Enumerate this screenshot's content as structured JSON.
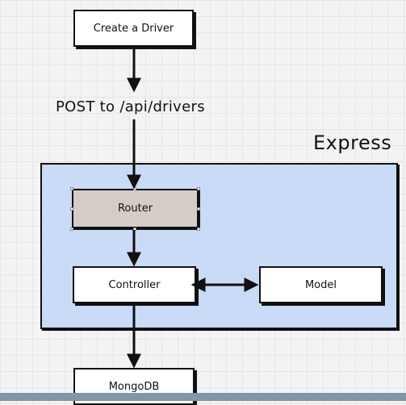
{
  "diagram": {
    "nodes": {
      "create_driver": "Create a Driver",
      "router": "Router",
      "controller": "Controller",
      "model": "Model",
      "mongodb": "MongoDB"
    },
    "edge_labels": {
      "post_request": "POST to /api/drivers"
    },
    "group_label": "Express"
  },
  "colors": {
    "express_fill": "#c9dbf7",
    "router_fill": "#d6ccc7",
    "node_fill": "#ffffff",
    "stroke": "#111111",
    "canvas": "#f3f3f3"
  },
  "icons": {
    "arrowheads": "filled-triangle"
  }
}
